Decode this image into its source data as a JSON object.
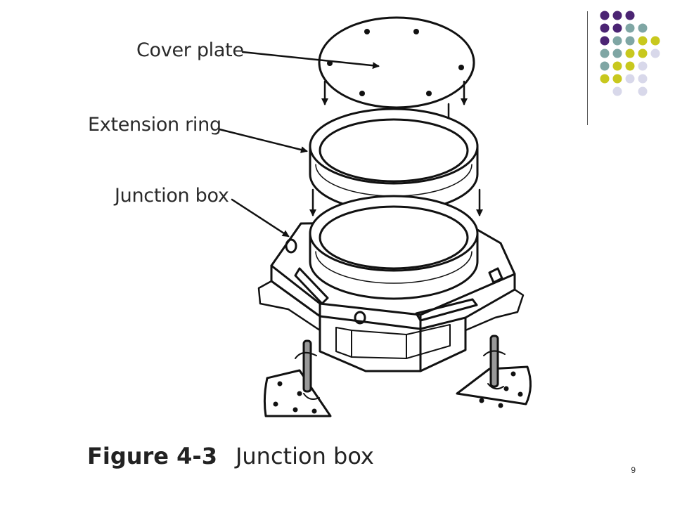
{
  "diagram": {
    "labels": {
      "cover_plate": "Cover plate",
      "extension_ring": "Extension ring",
      "junction_box": "Junction box"
    },
    "caption": {
      "figure_number": "Figure 4-3",
      "title": "Junction box"
    }
  },
  "page_number": "9",
  "decoration": {
    "dot_colors": {
      "purple": "#4b2473",
      "teal": "#7fa6a4",
      "chartreuse": "#c8c81e",
      "lavender": "#d8d8ea"
    },
    "dot_rows": [
      [
        "purple",
        "purple",
        "purple",
        null,
        null
      ],
      [
        "purple",
        "purple",
        "teal",
        "teal",
        null
      ],
      [
        "purple",
        "teal",
        "teal",
        "chartreuse",
        "chartreuse"
      ],
      [
        "teal",
        "teal",
        "chartreuse",
        "chartreuse",
        "lavender"
      ],
      [
        "teal",
        "chartreuse",
        "chartreuse",
        "lavender",
        null
      ],
      [
        "chartreuse",
        "chartreuse",
        "lavender",
        "lavender",
        null
      ],
      [
        null,
        "lavender",
        null,
        "lavender",
        null
      ]
    ]
  }
}
